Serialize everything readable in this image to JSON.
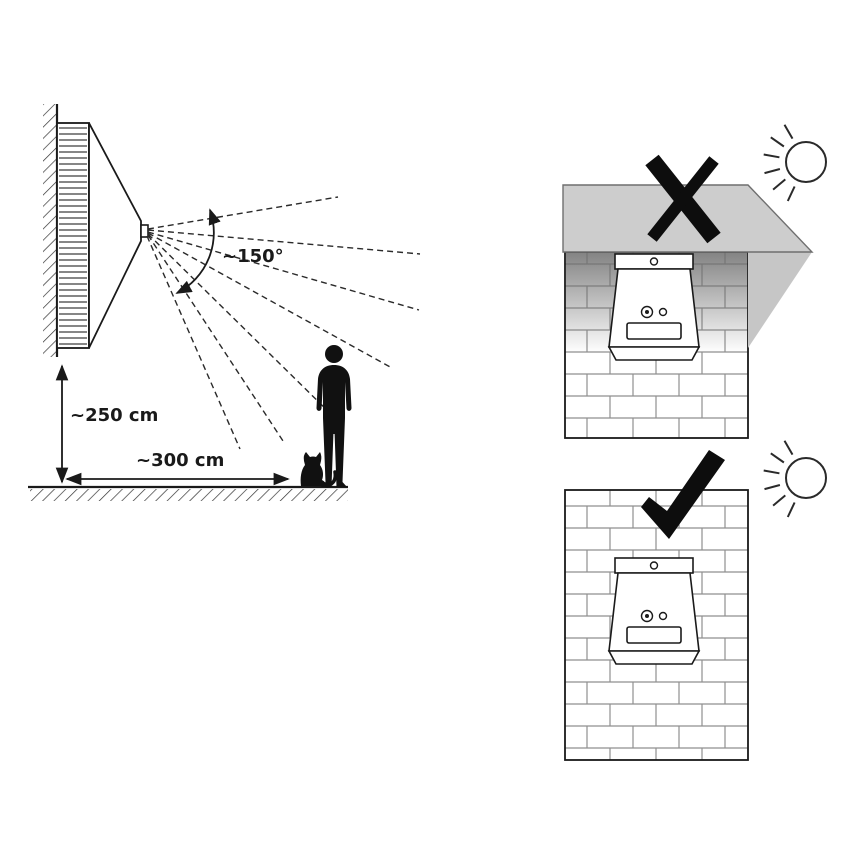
{
  "page": {
    "background": "#ffffff"
  },
  "diagram": {
    "labels": {
      "beam_angle": "~150°",
      "mount_height": "~250 cm",
      "detection_distance": "~300 cm"
    },
    "panels": {
      "incorrect": {
        "symbol": "✕"
      },
      "correct": {
        "symbol": "✓"
      }
    },
    "colors": {
      "line": "#1a1a1a",
      "overhang": "#cdcdcd",
      "shadow": "#8c8c8c",
      "mortar": "#8f8f8f"
    }
  }
}
